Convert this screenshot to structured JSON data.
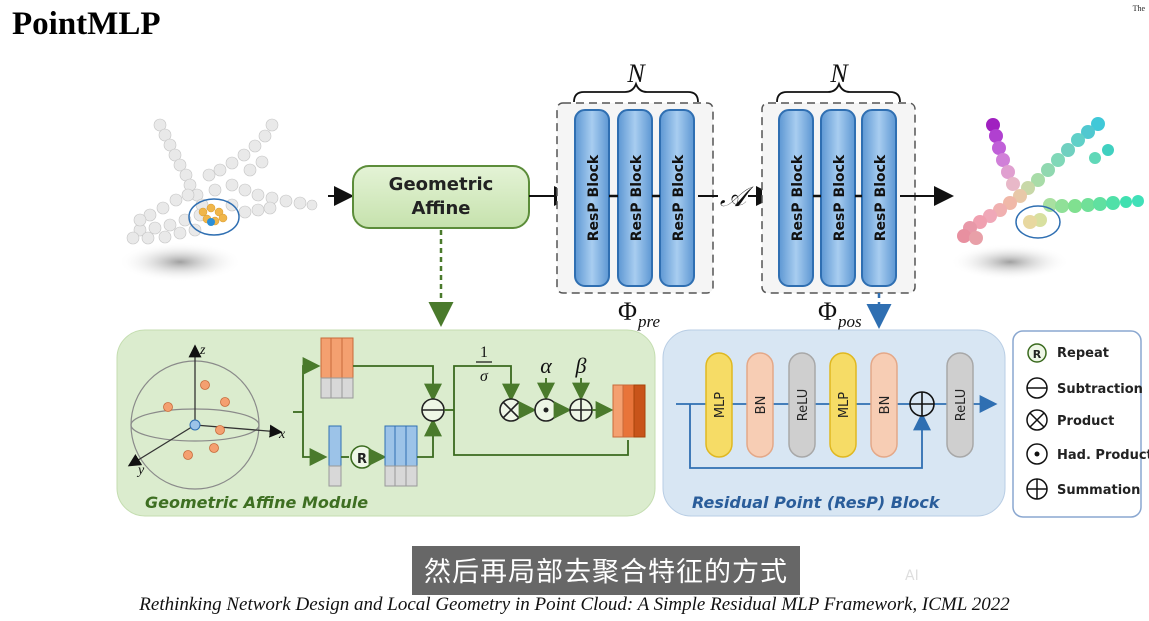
{
  "title": "PointMLP",
  "corner_mark": "The",
  "top_pipeline": {
    "geometric_affine_label": [
      "Geometric",
      "Affine"
    ],
    "block_count": "N",
    "resp_block_label": "ResP Block",
    "aggregation_symbol": "𝒜",
    "phi_pre": "pre",
    "phi_pos": "pos",
    "phi_symbol": "Φ"
  },
  "geometric_affine_module": {
    "caption": "Geometric Affine Module",
    "axes": {
      "x": "x",
      "y": "y",
      "z": "z"
    },
    "repeat_symbol": "R",
    "one_over_sigma": [
      "1",
      "σ"
    ],
    "alpha": "α",
    "beta": "β"
  },
  "resp_block": {
    "caption": "Residual Point (ResP) Block",
    "layers": [
      "MLP",
      "BN",
      "ReLU",
      "MLP",
      "BN"
    ],
    "post_layer": "ReLU"
  },
  "legend": {
    "items": [
      {
        "symbol": "R",
        "label": "Repeat"
      },
      {
        "symbol": "subtraction",
        "label": "Subtraction"
      },
      {
        "symbol": "product",
        "label": "Product"
      },
      {
        "symbol": "had-product",
        "label": "Had. Product"
      },
      {
        "symbol": "summation",
        "label": "Summation"
      }
    ]
  },
  "subtitle": "然后再局部去聚合特征的方式",
  "watermark": "AI",
  "citation": "Rethinking Network Design and Local Geometry in Point Cloud: A Simple Residual MLP Framework, ICML 2022",
  "colors": {
    "affine_green": "#d9ecc9",
    "block_blue": "#7fb0e0",
    "mlp_yellow": "#f6dc66",
    "bn_peach": "#f7cdb4",
    "relu_gray": "#cfcfcf",
    "orange": "#e8743a"
  }
}
